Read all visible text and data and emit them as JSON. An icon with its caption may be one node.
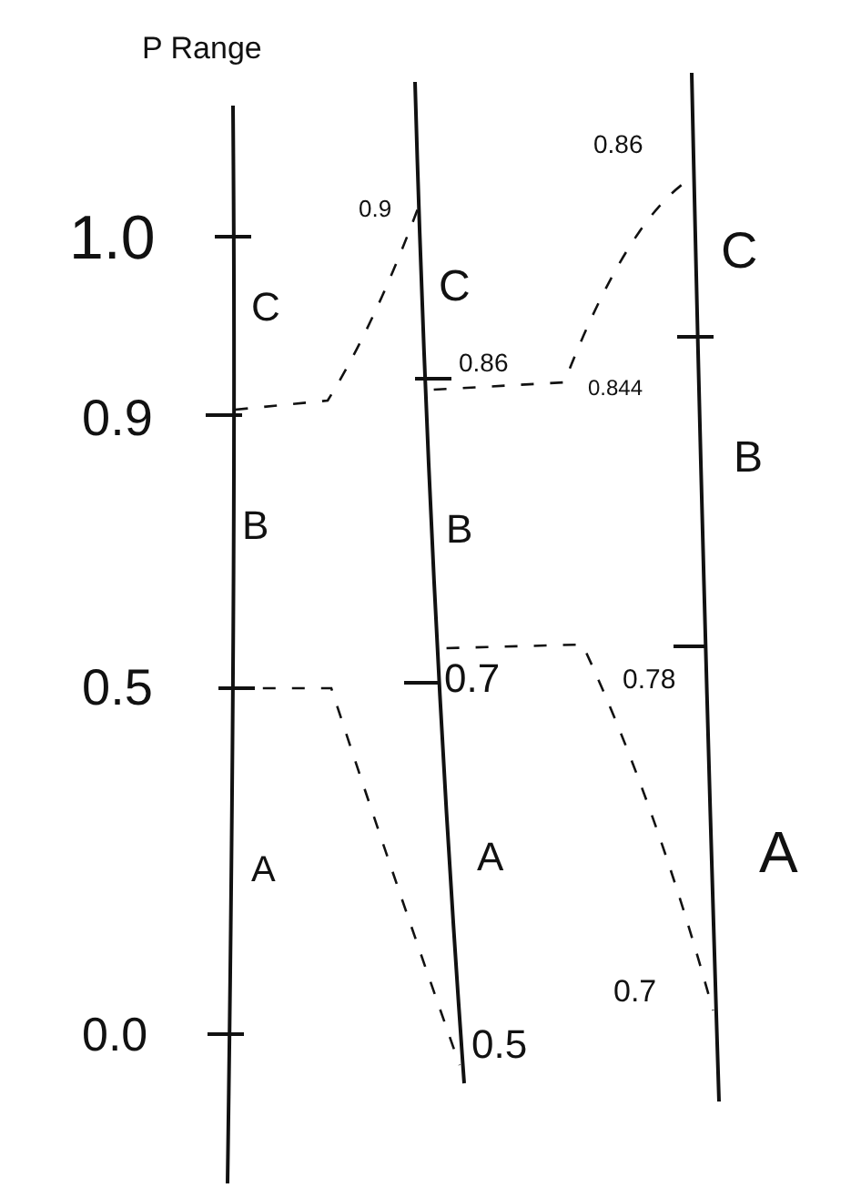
{
  "diagram": {
    "title": "P Range",
    "nodes": [
      {
        "text": [],
        "shape": "line"
      },
      {
        "text": [],
        "shape": "line"
      },
      {
        "text": [],
        "shape": "line"
      }
    ],
    "edges": [
      {
        "from": 0,
        "to": 1,
        "arrow": "none",
        "style": "dashed"
      },
      {
        "from": 0,
        "to": 1,
        "arrow": "none",
        "style": "dashed"
      },
      {
        "from": 1,
        "to": 2,
        "arrow": "none",
        "style": "dashed"
      },
      {
        "from": 1,
        "to": 2,
        "arrow": "none",
        "style": "dashed"
      }
    ],
    "labels": [
      "1.0",
      "C",
      "0.9",
      "B",
      "0.5",
      "A",
      "0.0",
      "0.9",
      "C",
      "0.86",
      "B",
      "0.7",
      "A",
      "0.5",
      "0.86",
      "C",
      "0.844",
      "B",
      "0.78",
      "A",
      "0.7"
    ]
  }
}
